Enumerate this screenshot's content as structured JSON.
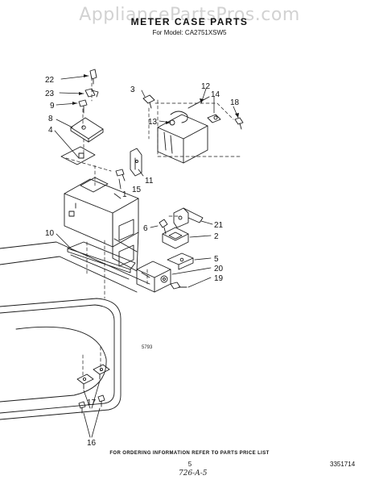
{
  "watermark": "AppliancePartsPros.com",
  "header": {
    "title": "METER CASE PARTS",
    "model_line": "For Model: CA2751XSW5"
  },
  "callouts": [
    "22",
    "23",
    "9",
    "8",
    "4",
    "3",
    "12",
    "14",
    "18",
    "13",
    "11",
    "15",
    "1",
    "6",
    "21",
    "2",
    "10",
    "5",
    "20",
    "19",
    "17",
    "16"
  ],
  "drawing_code": "5793",
  "footer": {
    "ordering_note": "FOR ORDERING INFORMATION REFER TO PARTS PRICE LIST",
    "page_number": "5",
    "doc_number": "3351714",
    "handwritten_note": "726-A-5"
  },
  "colors": {
    "ink": "#1a1a1a",
    "watermark": "#d2d2d2",
    "background": "#ffffff"
  }
}
